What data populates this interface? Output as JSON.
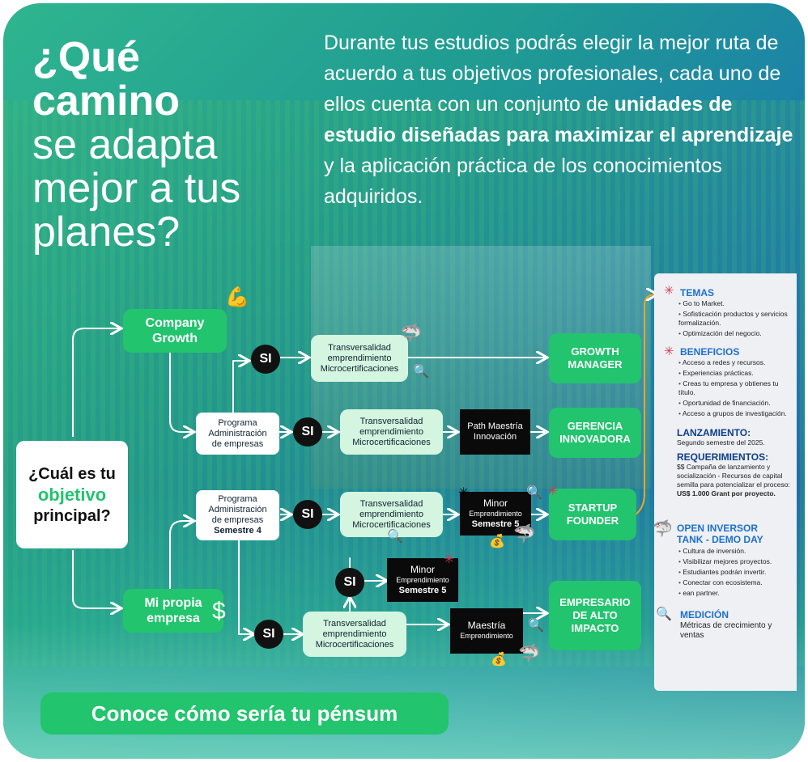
{
  "headline": {
    "bold1": "¿Qué",
    "bold2": "camino",
    "line3": "se adapta",
    "line4": "mejor a tus",
    "line5": "planes?"
  },
  "intro": {
    "part1": "Durante tus estudios podrás elegir la mejor ruta de acuerdo a tus objetivos profesionales, cada uno de ellos cuenta con un conjunto de ",
    "bold": "unidades de estudio diseñadas para maximizar el aprendizaje",
    "part2": " y la aplicación práctica de los conocimientos adquiridos."
  },
  "question": {
    "line1": "¿Cuál es tu",
    "accent": "objetivo",
    "line3": "principal?"
  },
  "nodes": {
    "company_growth": [
      "Company",
      "Growth"
    ],
    "mi_propia": [
      "Mi propia",
      "empresa"
    ],
    "programa1": [
      "Programa",
      "Administración",
      "de empresas"
    ],
    "programa2": [
      "Programa",
      "Administración",
      "de empresas",
      "Semestre 4"
    ],
    "transv": [
      "Transversalidad",
      "emprendimiento",
      "Microcertificaciones"
    ],
    "si": "SI",
    "path": [
      "Path Maestría",
      "Innovación"
    ],
    "minor": [
      "Minor",
      "Emprendimiento",
      "Semestre 5"
    ],
    "maestria": [
      "Maestría",
      "Emprendimiento"
    ],
    "growth_manager": [
      "GROWTH",
      "MANAGER"
    ],
    "gerencia": [
      "GERENCIA",
      "INNOVADORA"
    ],
    "startup": [
      "STARTUP",
      "FOUNDER"
    ],
    "empresario": [
      "EMPRESARIO",
      "DE ALTO",
      "IMPACTO"
    ]
  },
  "panel": {
    "temas_title": "TEMAS",
    "temas": [
      "Go to Market.",
      "Sofisticación productos y servicios formalización.",
      "Optimización del negocio."
    ],
    "beneficios_title": "BENEFICIOS",
    "beneficios": [
      "Acceso a redes y recursos.",
      "Experiencias prácticas.",
      "Creas tu empresa y obtienes tu título.",
      "Oportunidad de financiación.",
      "Acceso a grupos de investigación."
    ],
    "lanzamiento_title": "LANZAMIENTO:",
    "lanzamiento_text": "Segundo semestre del 2025.",
    "requerimientos_title": "REQUERIMIENTOS:",
    "requerimientos_text": "$$ Campaña de lanzamiento y socialización - Recursos de capital semilla para potencializar el proceso: ",
    "requerimientos_bold": "US$ 1.000 Grant por proyecto.",
    "open_title1": "OPEN INVERSOR",
    "open_title2": "TANK - DEMO DAY",
    "open": [
      "Cultura de inversión.",
      "Visibilizar mejores proyectos.",
      "Estudiantes podrán invertir.",
      "Conectar con ecosistema.",
      "ean partner."
    ],
    "medicion_title": "MEDICIÓN",
    "medicion_text": "Métricas de crecimiento y ventas"
  },
  "cta": "Conoce cómo sería tu pénsum",
  "colors": {
    "green": "#22c46e",
    "mint": "#d4f5df",
    "blue": "#1d6fd0",
    "black": "#0a0a0a"
  }
}
